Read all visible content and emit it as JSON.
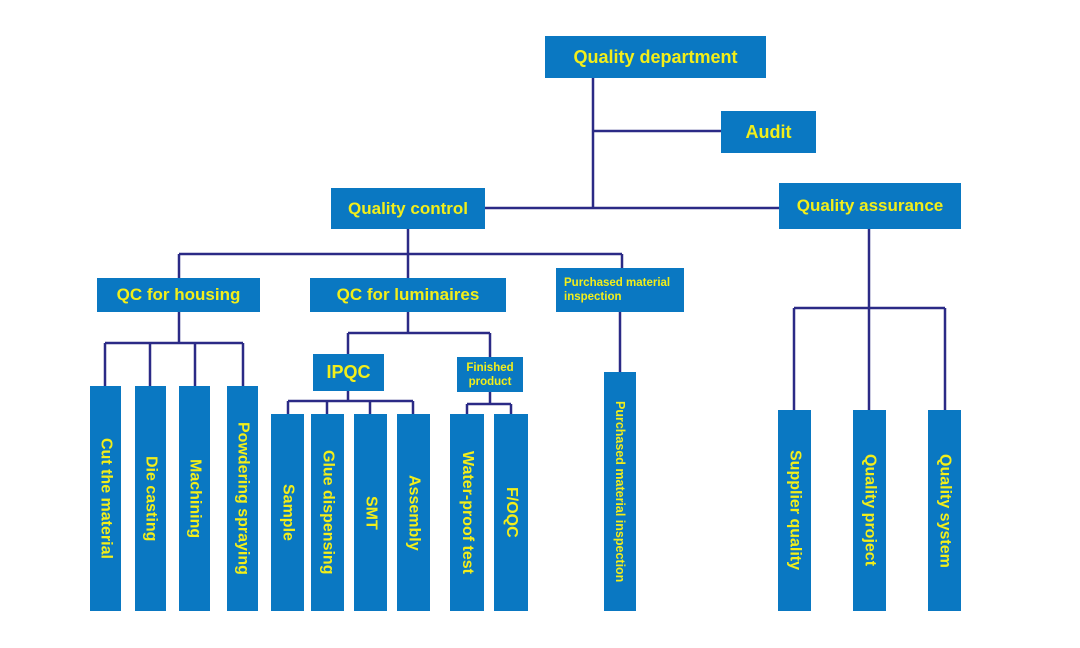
{
  "colors": {
    "box": "#0a78c2",
    "text": "#f2ee1a",
    "line": "#2b2a86"
  },
  "nodes": {
    "quality_department": "Quality department",
    "audit": "Audit",
    "quality_control": "Quality control",
    "quality_assurance": "Quality assurance",
    "qc_housing": "QC for housing",
    "qc_luminaires": "QC for luminaires",
    "purchased_material": "Purchased material inspection",
    "ipqc": "IPQC",
    "finished_product": "Finished product",
    "cut_material": "Cut the material",
    "die_casting": "Die casting",
    "machining": "Machining",
    "powdering": "Powdering spraying",
    "sample": "Sample",
    "glue": "Glue dispensing",
    "smt": "SMT",
    "assembly": "Assembly",
    "waterproof": "Water-proof test",
    "foqc": "F/OQC",
    "purchased_inspection": "Purchased  material  inspection",
    "supplier_quality": "Supplier quality",
    "quality_project": "Quality project",
    "quality_system": "Quality system"
  }
}
